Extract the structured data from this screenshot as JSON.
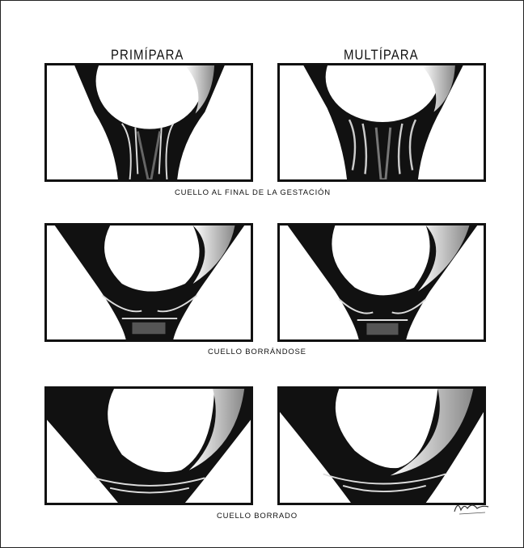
{
  "columns": {
    "left_title": "PRIMÍPARA",
    "right_title": "MULTÍPARA"
  },
  "captions": {
    "row1": "CUELLO AL FINAL DE LA GESTACIÓN",
    "row2": "CUELLO BORRÁNDOSE",
    "row3": "CUELLO BORRADO"
  },
  "colors": {
    "ink": "#111111",
    "tissue_shade": "#8a8a8a",
    "fetal_head": "#ffffff"
  },
  "panels": [
    {
      "row": 1,
      "column": "PRIMÍPARA",
      "stage": "row1"
    },
    {
      "row": 1,
      "column": "MULTÍPARA",
      "stage": "row1"
    },
    {
      "row": 2,
      "column": "PRIMÍPARA",
      "stage": "row2"
    },
    {
      "row": 2,
      "column": "MULTÍPARA",
      "stage": "row2"
    },
    {
      "row": 3,
      "column": "PRIMÍPARA",
      "stage": "row3"
    },
    {
      "row": 3,
      "column": "MULTÍPARA",
      "stage": "row3"
    }
  ]
}
